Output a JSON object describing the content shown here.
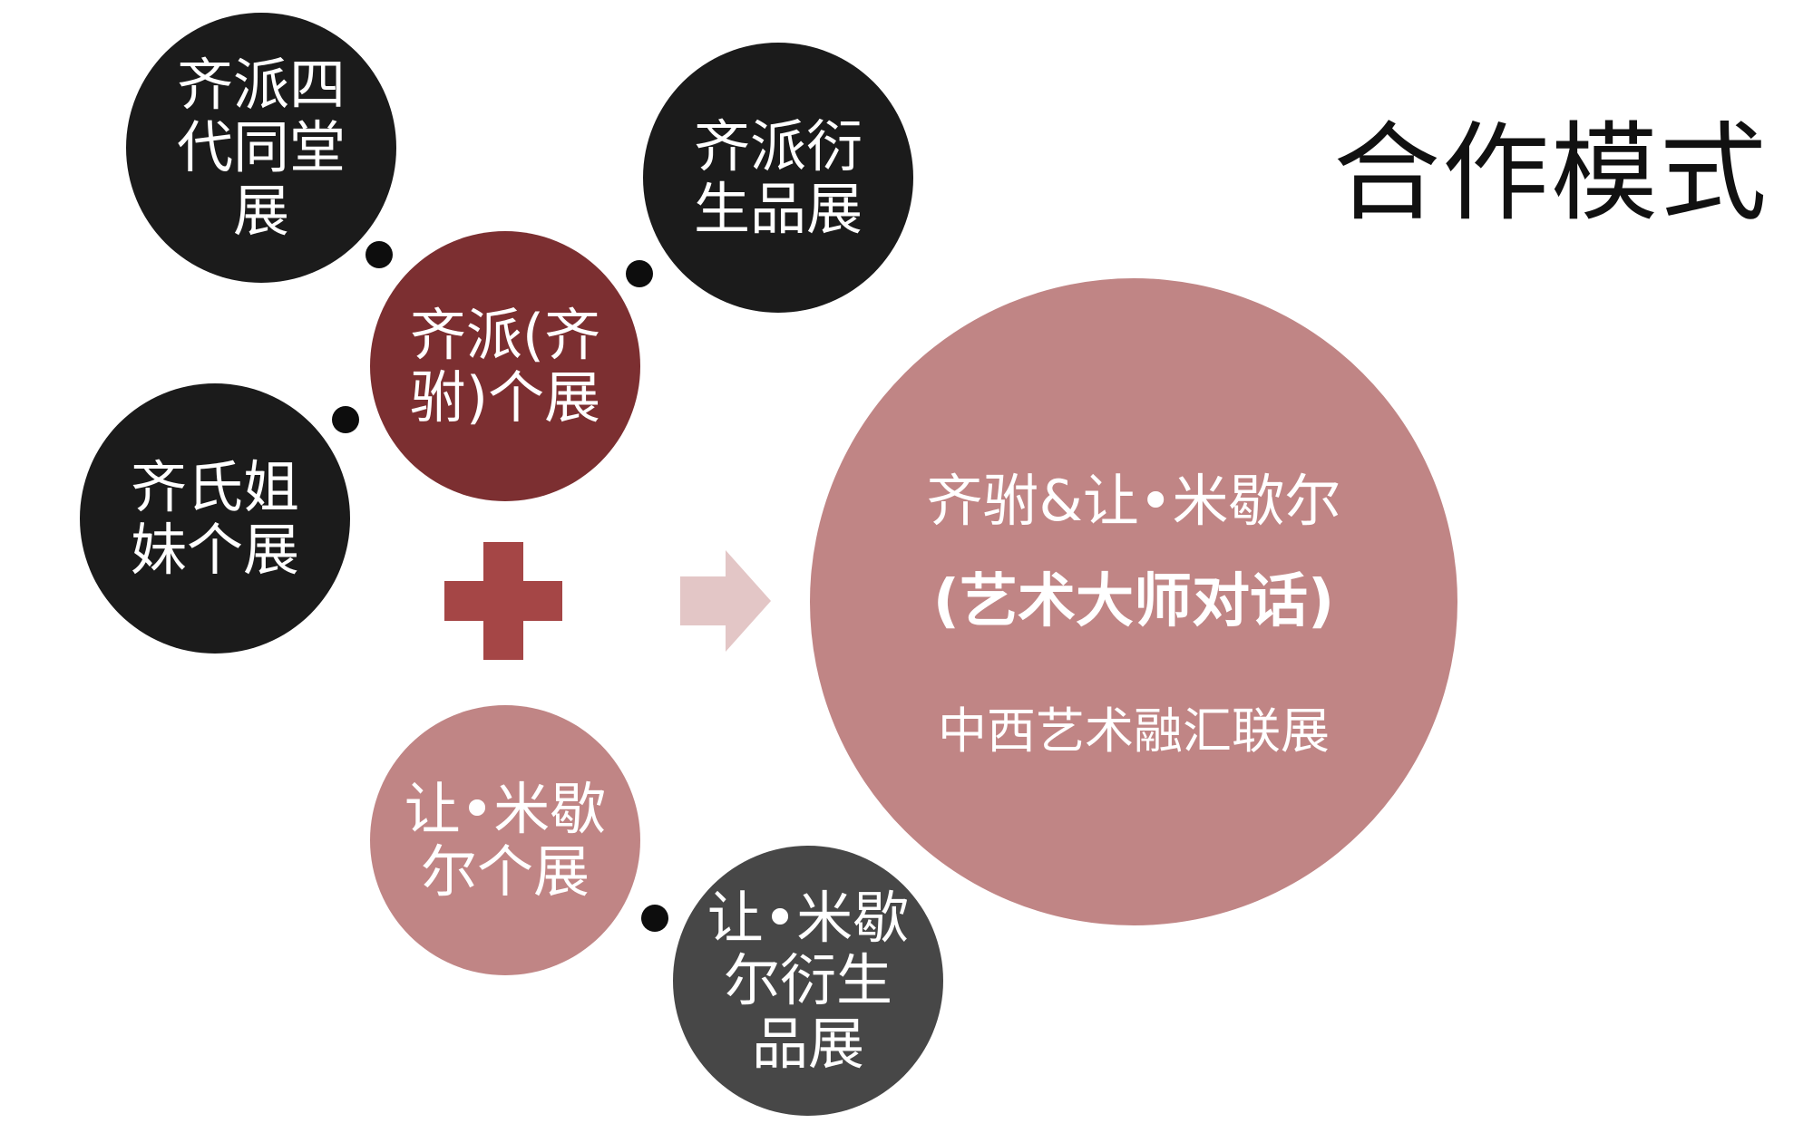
{
  "title": "合作模式",
  "colors": {
    "black_circle": "#1b1b1b",
    "dark_red": "#7c2f31",
    "pink": "#c08585",
    "dark_gray": "#474747",
    "plus": "#a54646",
    "arrow": "#e3c6c6"
  },
  "nodes": {
    "qi_four_gen": "齐派四\n代同堂\n展",
    "qi_derivative": "齐派衍\n生品展",
    "qi_solo": "齐派(齐\n驸)个展",
    "qi_sisters": "齐氏姐\n妹个展",
    "millet_solo": "让•米歇\n尔个展",
    "millet_derivative": "让•米歇\n尔衍生\n品展"
  },
  "result": {
    "line1": "齐驸&让•米歇尔",
    "line2": "(艺术大师对话)",
    "line3": "中西艺术融汇联展"
  },
  "icons": {
    "plus": "plus-icon",
    "arrow": "arrow-right-icon"
  }
}
